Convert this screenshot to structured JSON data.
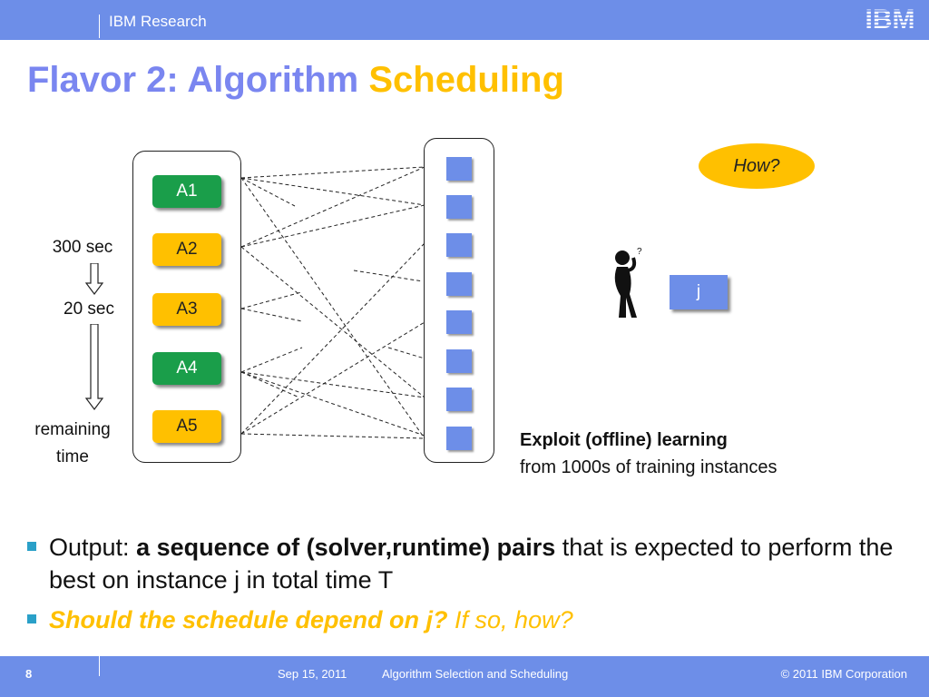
{
  "header": {
    "brand": "IBM Research",
    "logo": "IBM"
  },
  "title": {
    "main": "Flavor 2: Algorithm",
    "accent": "Scheduling"
  },
  "diagram": {
    "algorithms": [
      "A1",
      "A2",
      "A3",
      "A4",
      "A5"
    ],
    "instance_count": 8,
    "labels": {
      "t1": "300 sec",
      "t2": "20 sec",
      "t3_line1": "remaining",
      "t3_line2": "time"
    },
    "how": "How?",
    "instance_label": "j",
    "exploit_bold": "Exploit (offline) learning",
    "exploit_rest": "from 1000s of training instances",
    "colors": {
      "green": "#1a9e4a",
      "yellow": "#ffc000",
      "blue": "#6d8ee8"
    },
    "icons": [
      "thinking-person-icon",
      "down-arrow-icon"
    ]
  },
  "bullets": {
    "b1_prefix": "Output: ",
    "b1_bold": "a sequence of (solver,runtime) pairs",
    "b1_rest": " that is expected to perform the best on instance j in total time T",
    "b2_bold": "Should the schedule depend on j?",
    "b2_rest": "If so, how?"
  },
  "footer": {
    "page": "8",
    "date": "Sep 15, 2011",
    "title": "Algorithm Selection and Scheduling",
    "copyright": "© 2011 IBM Corporation"
  }
}
